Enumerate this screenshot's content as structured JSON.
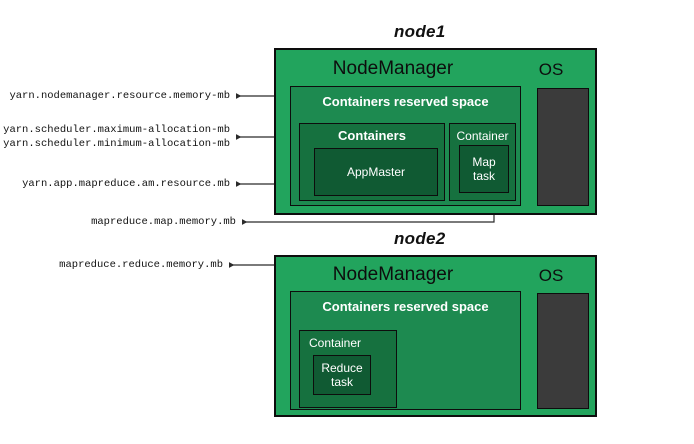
{
  "diagram": {
    "title_node1": "node1",
    "title_node2": "node2",
    "colors": {
      "node_fill": "#22a45d",
      "reserved_fill": "#1d8a50",
      "container_fill": "#16713f",
      "task_fill": "#105a33",
      "os_fill": "#3b3b3b",
      "border": "#0d0d0d",
      "text_light": "#ffffff",
      "text_dark": "#111111",
      "background": "#ffffff"
    }
  },
  "node1": {
    "title": "node1",
    "nodemanager_label": "NodeManager",
    "os_label": "OS",
    "reserved_label": "Containers reserved space",
    "containers_label": "Containers",
    "appmaster_label": "AppMaster",
    "container_label": "Container",
    "map_task_label": "Map\ntask"
  },
  "node2": {
    "title": "node2",
    "nodemanager_label": "NodeManager",
    "os_label": "OS",
    "reserved_label": "Containers reserved space",
    "container_label": "Container",
    "reduce_task_label": "Reduce\ntask"
  },
  "annotations": [
    {
      "id": "nm-resource-memory",
      "text": "yarn.nodemanager.resource.memory-mb",
      "points_to": "containers-reserved-space-node1"
    },
    {
      "id": "scheduler-max-allocation",
      "text": "yarn.scheduler.maximum-allocation-mb",
      "points_to": "containers-box-node1"
    },
    {
      "id": "scheduler-min-allocation",
      "text": "yarn.scheduler.minimum-allocation-mb",
      "points_to": "containers-box-node1"
    },
    {
      "id": "am-resource-mb",
      "text": "yarn.app.mapreduce.am.resource.mb",
      "points_to": "appmaster-box"
    },
    {
      "id": "map-memory-mb",
      "text": "mapreduce.map.memory.mb",
      "points_to": "map-task-box"
    },
    {
      "id": "reduce-memory-mb",
      "text": "mapreduce.reduce.memory.mb",
      "points_to": "reduce-task-box"
    }
  ]
}
